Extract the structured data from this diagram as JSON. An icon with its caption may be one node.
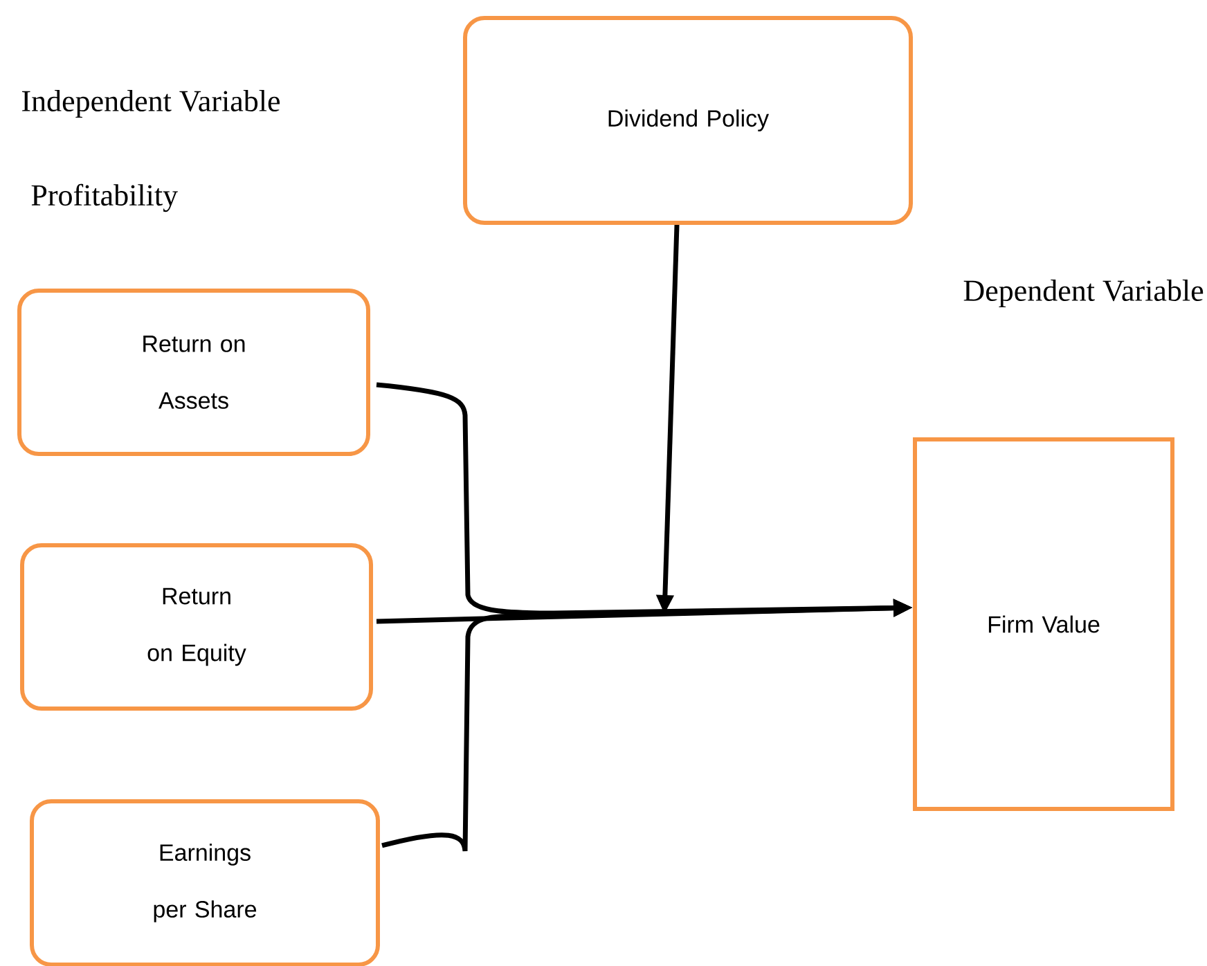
{
  "diagram": {
    "nodes": [
      {
        "text": [
          "Dividend Policy"
        ]
      },
      {
        "text": [
          "Return on Assets"
        ]
      },
      {
        "text": [
          "Return on Equity"
        ]
      },
      {
        "text": [
          "Earnings per Share"
        ]
      },
      {
        "text": [
          "Firm Value"
        ]
      }
    ],
    "edges": [
      {
        "from": 1,
        "to": 4,
        "arrow": "to"
      },
      {
        "from": 2,
        "to": 4,
        "arrow": "to"
      },
      {
        "from": 3,
        "to": 4,
        "arrow": "to"
      },
      {
        "from": 0,
        "to": null,
        "arrow": "to"
      }
    ],
    "labels": [
      "Independent Variable",
      "Profitability",
      "Dependent Variable"
    ]
  }
}
